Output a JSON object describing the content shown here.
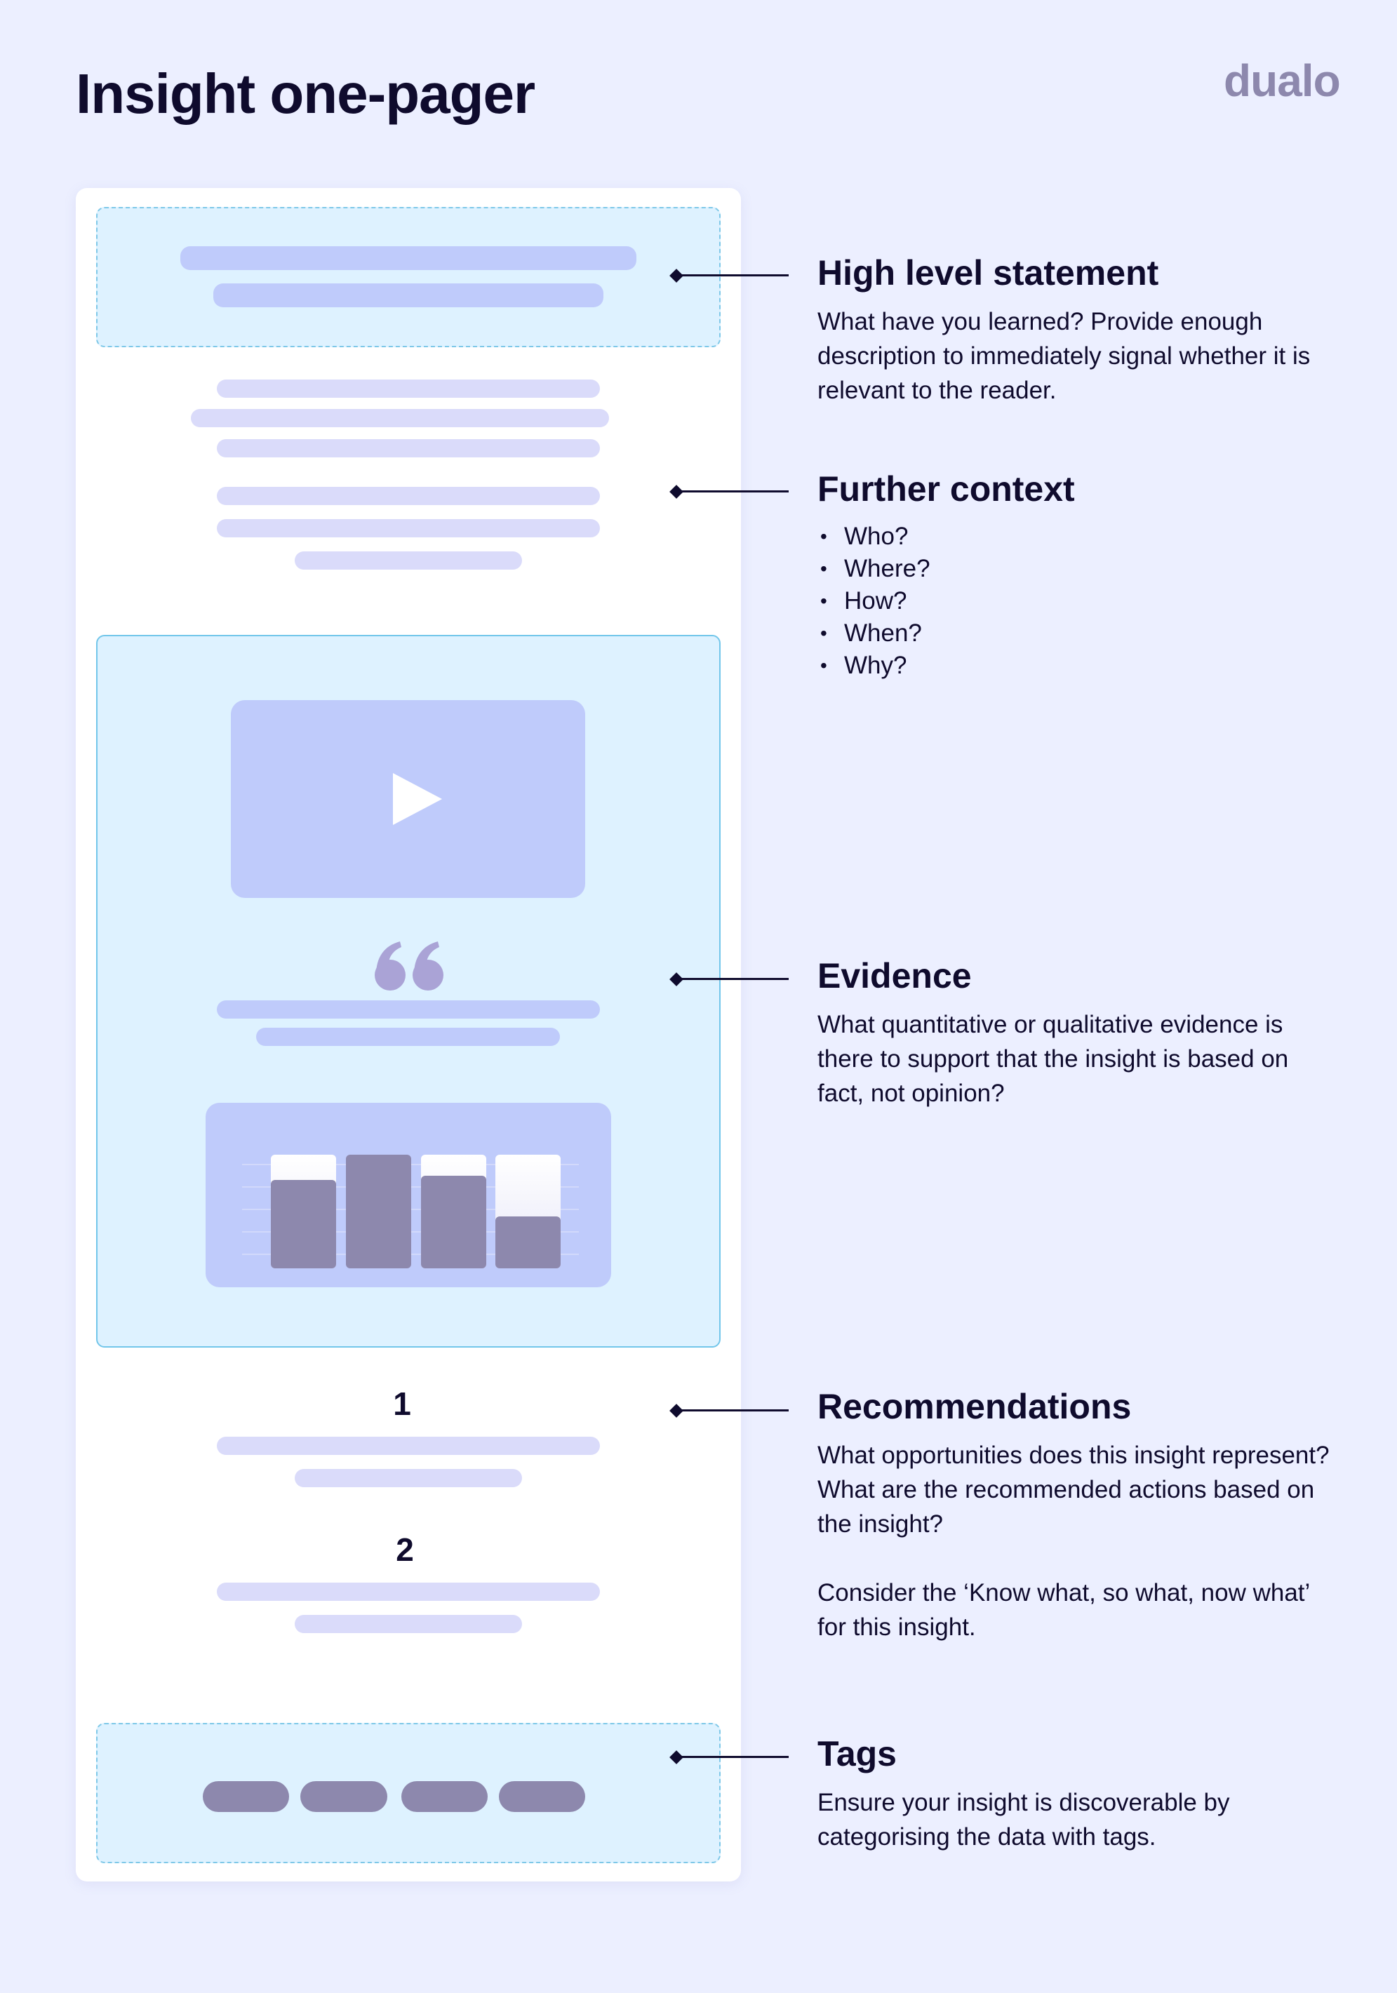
{
  "page": {
    "title": "Insight one-pager",
    "logo": "dualo"
  },
  "colors": {
    "background": "#ecefff",
    "card": "#ffffff",
    "zone_fill": "#def2ff",
    "zone_border": "#7ec8e8",
    "placeholder_blue": "#bfcbfb",
    "placeholder_lavender": "#dadbfa",
    "muted_purple": "#8d88ad",
    "text_dark": "#0f0b2d"
  },
  "icons": {
    "video": "play-icon",
    "quote": "quote-icon",
    "chart": "bar-chart-icon"
  },
  "recommendation_numbers": [
    "1",
    "2"
  ],
  "sections": [
    {
      "id": "statement",
      "title": "High level statement",
      "description": "What have you learned? Provide enough description to immediately signal whether it is relevant to the reader."
    },
    {
      "id": "context",
      "title": "Further context",
      "list": [
        "Who?",
        "Where?",
        "How?",
        "When?",
        "Why?"
      ]
    },
    {
      "id": "evidence",
      "title": "Evidence",
      "description": "What quantitative or qualitative evidence is there to support that the insight is based on fact, not opinion?"
    },
    {
      "id": "recommendations",
      "title": "Recommendations",
      "description": "What opportunities does this insight represent? What are the recommended actions based on the insight?",
      "description_2": "Consider the ‘Know what, so what, now what’ for this insight."
    },
    {
      "id": "tags",
      "title": "Tags",
      "description": "Ensure your insight is discoverable by categorising the data with tags."
    }
  ]
}
